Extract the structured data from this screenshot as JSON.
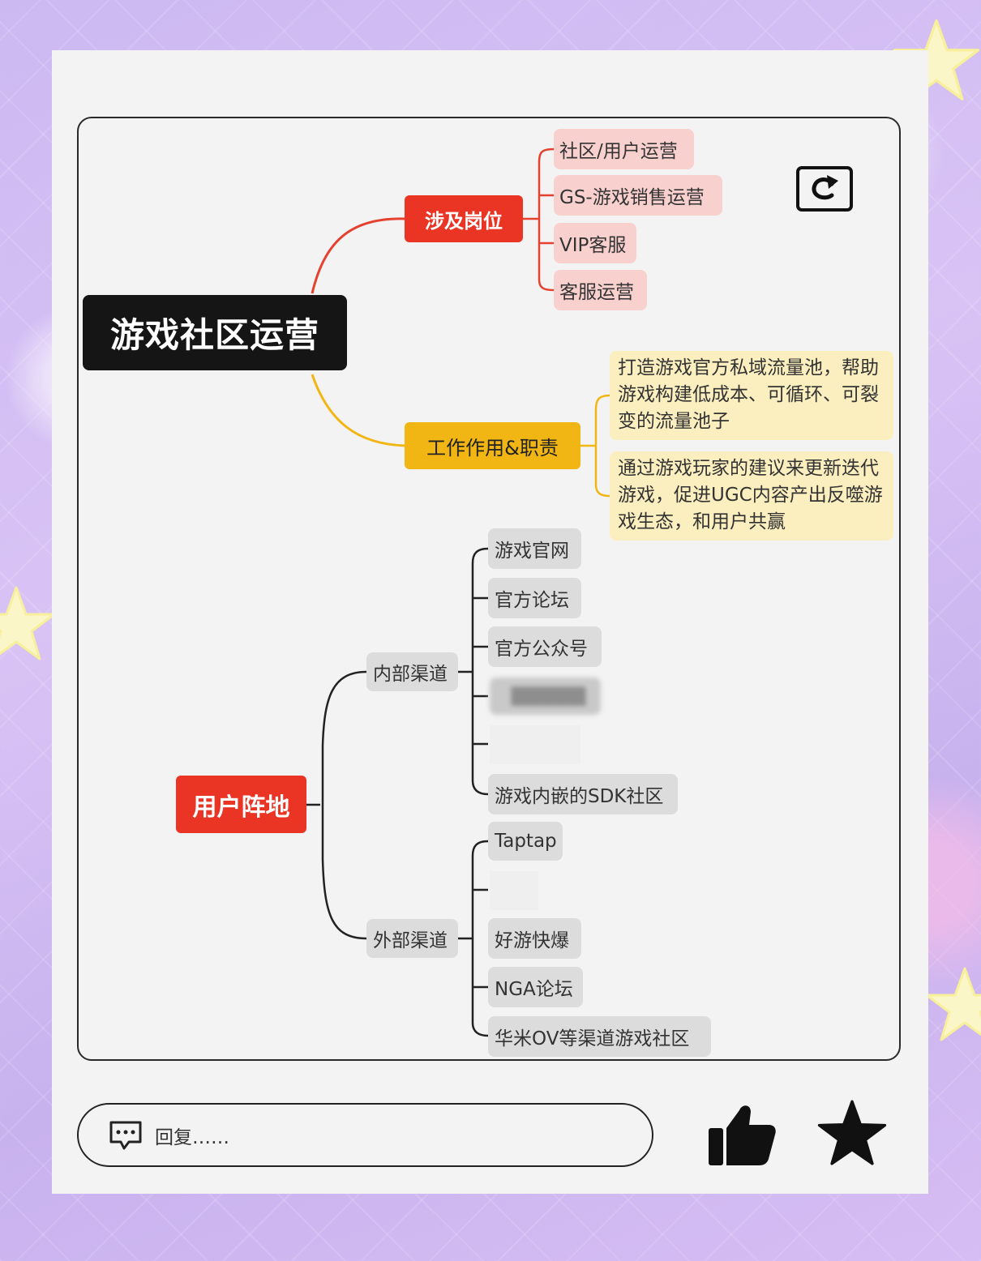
{
  "mindmap": {
    "root": "游戏社区运营",
    "branch_positions": {
      "label": "涉及岗位",
      "items": [
        "社区/用户运营",
        "GS-游戏销售运营",
        "VIP客服",
        "客服运营"
      ]
    },
    "branch_duties": {
      "label": "工作作用&职责",
      "items": [
        "打造游戏官方私域流量池，帮助游戏构建低成本、可循环、可裂变的流量池子",
        "通过游戏玩家的建议来更新迭代游戏，促进UGC内容产出反噬游戏生态，和用户共赢"
      ]
    },
    "branch_users": {
      "label": "用户阵地",
      "internal": {
        "label": "内部渠道",
        "items": [
          "游戏官网",
          "官方论坛",
          "官方公众号",
          "游戏内嵌的SDK社区"
        ]
      },
      "external": {
        "label": "外部渠道",
        "items": [
          "Taptap",
          "好游快爆",
          "NGA论坛",
          "华米OV等渠道游戏社区"
        ]
      }
    }
  },
  "footer": {
    "reply_placeholder": "回复……"
  },
  "icons": [
    "refresh-icon",
    "comment-icon",
    "thumbs-up-icon",
    "star-icon"
  ],
  "colors": {
    "root": "#151515",
    "red": "#ea3525",
    "pink": "#f8d1cf",
    "yellow": "#f2b614",
    "light_yellow": "#fbeebf",
    "grey": "#dcdcdc"
  }
}
